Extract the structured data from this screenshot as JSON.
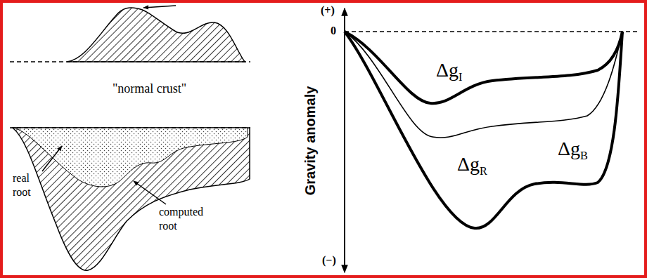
{
  "diagram": {
    "labels": [
      "\"normal crust\"",
      "real root",
      "computed root",
      "Gravity anomaly",
      "(+)",
      "0",
      "(−)",
      "ΔgI",
      "ΔgR",
      "ΔgB"
    ]
  }
}
